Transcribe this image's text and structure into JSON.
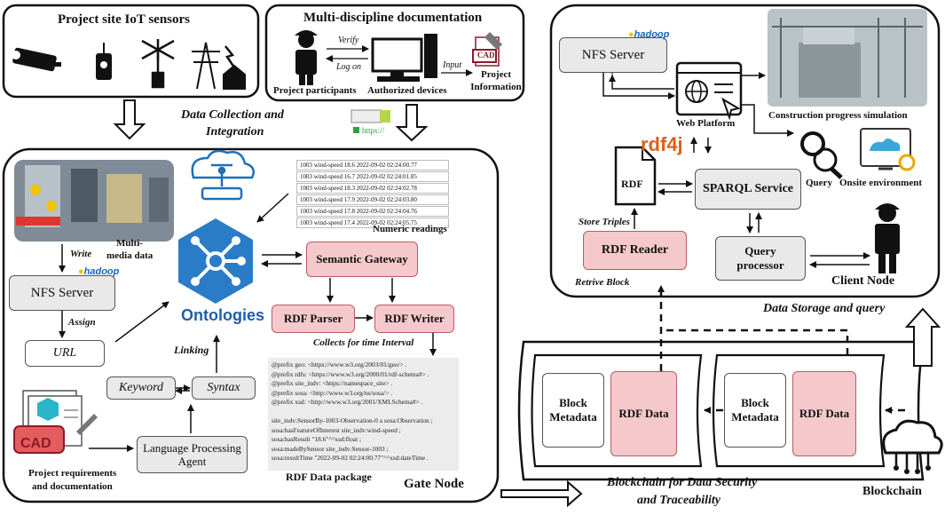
{
  "sections": {
    "iot_sensors": "Project site IoT sensors",
    "documentation": "Multi-discipline documentation",
    "data_collection": "Data Collection and",
    "data_collection_2": "Integration",
    "gate_node": "Gate Node",
    "data_storage": "Data Storage and query",
    "client_node": "Client Node",
    "blockchain_caption": "Blockchain for Data Security",
    "blockchain_caption_2": "and Traceability",
    "blockchain": "Blockchain"
  },
  "documentation": {
    "verify": "Verify",
    "log_on": "Log on",
    "input": "Input",
    "project_participants": "Project participants",
    "authorized_devices": "Authorized devices",
    "project_information": "Project",
    "project_information_2": "Information",
    "cad": "CAD",
    "https": "https://"
  },
  "gate": {
    "multimedia": "Multi-",
    "multimedia_2": "media data",
    "write": "Write",
    "nfs_server": "NFS Server",
    "assign": "Assign",
    "url": "URL",
    "ontologies": "Ontologies",
    "linking": "Linking",
    "keyword": "Keyword",
    "syntax": "Syntax",
    "language_agent": "Language Processing",
    "language_agent_2": "Agent",
    "project_requirements": "Project requirements",
    "project_requirements_2": "and documentation",
    "cad": "CAD",
    "numeric_readings": "Numeric readings",
    "semantic_gateway": "Semantic Gateway",
    "rdf_parser": "RDF Parser",
    "rdf_writer": "RDF Writer",
    "collects": "Collects for time Interval",
    "rdf_package": "RDF Data package",
    "readings": [
      "1003 wind-speed 18.6 2022-09-02 02:24:00.77",
      "1003 wind-speed 16.7 2022-09-02 02:24:01.85",
      "1003 wind-speed 18.3 2022-09-02 02:24:02.78",
      "1003 wind-speed 17.9 2022-09-02 02:24:03.80",
      "1003 wind-speed 17.8 2022-09-02 02:24:04.76",
      "1003 wind-speed 17.4 2022-09-02 02:24:05.75"
    ],
    "rdf_code": [
      "@prefix geo: <https://www.w3.org/2003/01/geo/> .",
      "@prefix rdfs: <https://www.w3.org/2000/01/rdf-schema#> .",
      "@prefix site_indv: <https://namespace_site> .",
      "@prefix sosa: <http://www.w3.org/ns/sosa/> .",
      "@prefix xsd: <http://www.w3.org/2001/XMLSchema#> .",
      "",
      "site_indv:SensorBy-1003-Observation-0 a sosa:Observation ;",
      "      sosa:hasFeatureOfInterest site_indv:wind-speed ;",
      "      sosa:hasResult \"18.6\"^^xsd:float ;",
      "      sosa:madeBySensor site_indv:Sensor-1003 ;",
      "      sosa:resultTime \"2022-09-02 02:24:00.77\"^^xsd:dateTime ."
    ]
  },
  "storage": {
    "nfs_server": "NFS Server",
    "web_platform": "Web Platform",
    "construction_sim": "Construction progress simulation",
    "query": "Query",
    "onsite": "Onsite environment",
    "rdf": "RDF",
    "rdf4j": "rdf4j",
    "sparql": "SPARQL Service",
    "store_triples": "Store Triples",
    "rdf_reader": "RDF Reader",
    "query_processor": "Query",
    "query_processor_2": "processor",
    "retrive_block": "Retrive Block"
  },
  "chain": {
    "block_metadata": "Block",
    "block_metadata_2": "Metadata",
    "rdf_data": "RDF Data"
  },
  "badges": {
    "hadoop": "hadoop"
  }
}
